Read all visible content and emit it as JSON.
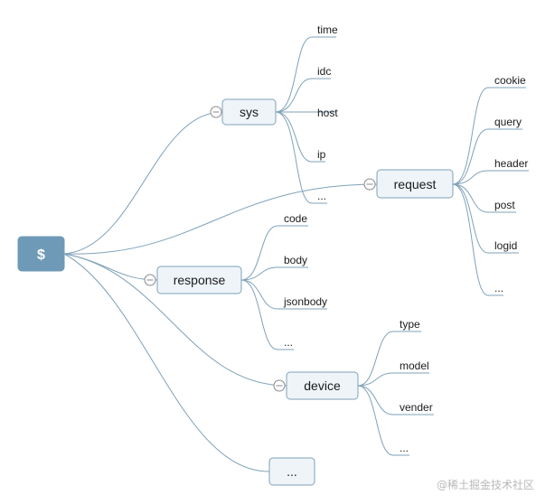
{
  "root": {
    "label": "$"
  },
  "branches": {
    "sys": {
      "label": "sys",
      "children": [
        "time",
        "idc",
        "host",
        "ip",
        "..."
      ]
    },
    "request": {
      "label": "request",
      "children": [
        "cookie",
        "query",
        "header",
        "post",
        "logid",
        "..."
      ]
    },
    "response": {
      "label": "response",
      "children": [
        "code",
        "body",
        "jsonbody",
        "..."
      ]
    },
    "device": {
      "label": "device",
      "children": [
        "type",
        "model",
        "vender",
        "..."
      ]
    },
    "more": {
      "label": "..."
    }
  },
  "watermark": "@稀土掘金技术社区",
  "colors": {
    "root_fill": "#6f9ab7",
    "node_fill": "#eef4f8",
    "edge": "#7fa2b9"
  }
}
